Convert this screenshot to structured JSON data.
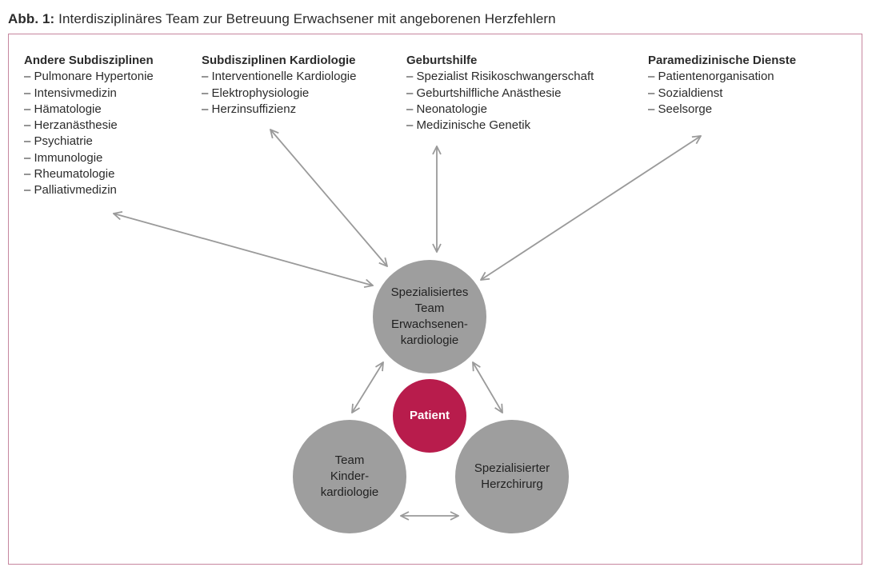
{
  "caption": {
    "label": "Abb. 1:",
    "text": " Interdisziplinäres Team zur Betreuung Erwachsener mit angeborenen Herzfehlern"
  },
  "groups": [
    {
      "title": "Andere Subdisziplinen",
      "items": [
        "Pulmonare Hypertonie",
        "Intensivmedizin",
        "Hämatologie",
        "Herzanästhesie",
        "Psychiatrie",
        "Immunologie",
        "Rheumatologie",
        "Palliativmedizin"
      ]
    },
    {
      "title": "Subdisziplinen Kardiologie",
      "items": [
        "Interventionelle Kardiologie",
        "Elektrophysiologie",
        "Herzinsuffizienz"
      ]
    },
    {
      "title": "Geburtshilfe",
      "items": [
        "Spezialist Risikoschwangerschaft",
        "Geburtshilfliche Anästhesie",
        "Neonatologie",
        "Medizinische Genetik"
      ]
    },
    {
      "title": "Paramedizinische Dienste",
      "items": [
        "Patientenorganisation",
        "Sozialdienst",
        "Seelsorge"
      ]
    }
  ],
  "nodes": {
    "center": "Spezialisiertes\nTeam\nErwachsenen-\nkardiologie",
    "patient": "Patient",
    "left": "Team\nKinder-\nkardiologie",
    "right": "Spezialisierter\nHerzchirurg"
  },
  "colors": {
    "frame": "#c6869e",
    "circle": "#9e9e9e",
    "patient": "#b81c4c",
    "arrow": "#9a9a9a"
  }
}
